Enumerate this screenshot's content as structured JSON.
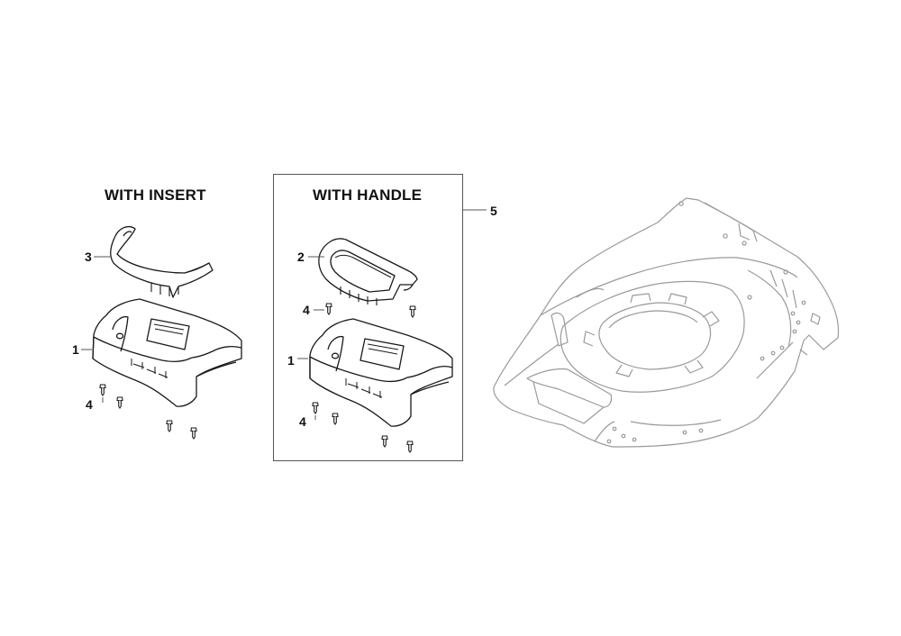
{
  "sections": {
    "insert_title": "WITH INSERT",
    "handle_title": "WITH HANDLE"
  },
  "callouts": {
    "insert_part_3": "3",
    "insert_part_1": "1",
    "insert_part_4": "4",
    "handle_part_2": "2",
    "handle_part_4_top": "4",
    "handle_part_1": "1",
    "handle_part_4_bottom": "4",
    "assembly_5": "5"
  },
  "colors": {
    "line": "#1a1a1a",
    "deck_line": "#9a9a9a",
    "box": "#555555"
  }
}
